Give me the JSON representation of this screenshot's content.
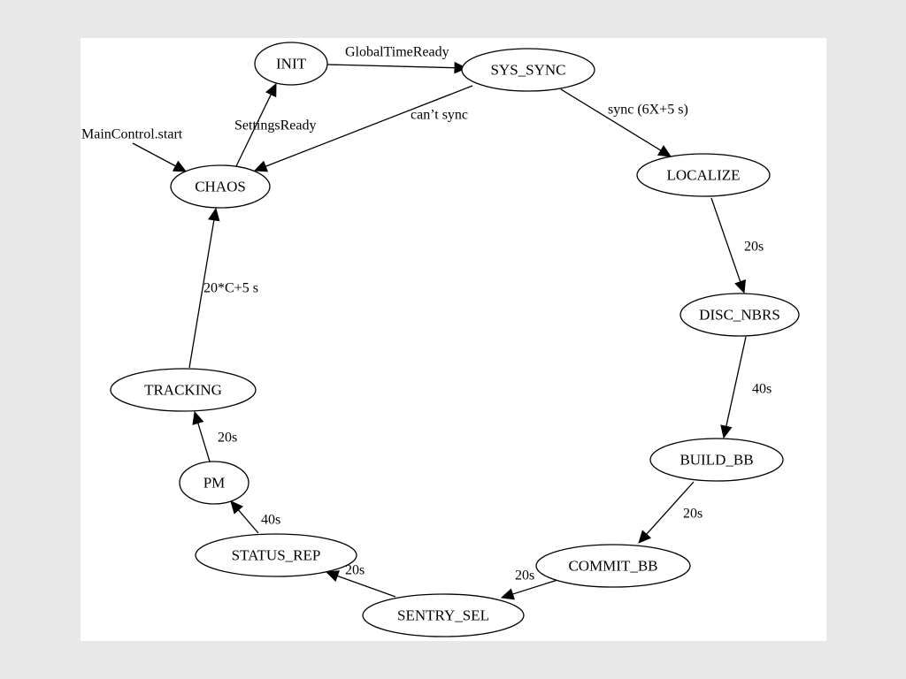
{
  "diagram": {
    "nodes": [
      {
        "id": "INIT",
        "label": "INIT"
      },
      {
        "id": "SYS_SYNC",
        "label": "SYS_SYNC"
      },
      {
        "id": "LOCALIZE",
        "label": "LOCALIZE"
      },
      {
        "id": "DISC_NBRS",
        "label": "DISC_NBRS"
      },
      {
        "id": "BUILD_BB",
        "label": "BUILD_BB"
      },
      {
        "id": "COMMIT_BB",
        "label": "COMMIT_BB"
      },
      {
        "id": "SENTRY_SEL",
        "label": "SENTRY_SEL"
      },
      {
        "id": "STATUS_REP",
        "label": "STATUS_REP"
      },
      {
        "id": "PM",
        "label": "PM"
      },
      {
        "id": "TRACKING",
        "label": "TRACKING"
      },
      {
        "id": "CHAOS",
        "label": "CHAOS"
      }
    ],
    "edges": [
      {
        "from": "INIT",
        "to": "SYS_SYNC",
        "label": "GlobalTimeReady"
      },
      {
        "from": "SYS_SYNC",
        "to": "LOCALIZE",
        "label": "sync (6X+5 s)"
      },
      {
        "from": "SYS_SYNC",
        "to": "CHAOS",
        "label": "can’t sync"
      },
      {
        "from": "LOCALIZE",
        "to": "DISC_NBRS",
        "label": "20s"
      },
      {
        "from": "DISC_NBRS",
        "to": "BUILD_BB",
        "label": "40s"
      },
      {
        "from": "BUILD_BB",
        "to": "COMMIT_BB",
        "label": "20s"
      },
      {
        "from": "COMMIT_BB",
        "to": "SENTRY_SEL",
        "label": "20s"
      },
      {
        "from": "SENTRY_SEL",
        "to": "STATUS_REP",
        "label": "20s"
      },
      {
        "from": "STATUS_REP",
        "to": "PM",
        "label": "40s"
      },
      {
        "from": "PM",
        "to": "TRACKING",
        "label": "20s"
      },
      {
        "from": "TRACKING",
        "to": "CHAOS",
        "label": "20*C+5 s"
      },
      {
        "from": "CHAOS",
        "to": "INIT",
        "label": "SettingsReady"
      },
      {
        "from": "MainControl.start",
        "to": "CHAOS",
        "label": "MainControl.start"
      }
    ]
  }
}
